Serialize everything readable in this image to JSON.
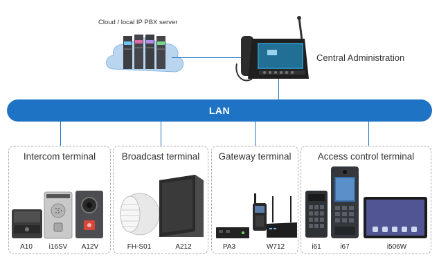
{
  "server": {
    "label": "Cloud / local IP PBX server"
  },
  "central": {
    "label": "Central Administration"
  },
  "lan": {
    "label": "LAN"
  },
  "groups": [
    {
      "title": "Intercom terminal",
      "devices": [
        "A10",
        "i16SV",
        "A12V"
      ]
    },
    {
      "title": "Broadcast terminal",
      "devices": [
        "FH-S01",
        "A212"
      ]
    },
    {
      "title": "Gateway terminal",
      "devices": [
        "PA3",
        "W712"
      ]
    },
    {
      "title": "Access control terminal",
      "devices": [
        "i61",
        "i67",
        "i506W"
      ]
    }
  ],
  "colors": {
    "lan": "#1f73c4",
    "cloud": "#b9d5f0",
    "device_dark": "#3a3a3a"
  }
}
